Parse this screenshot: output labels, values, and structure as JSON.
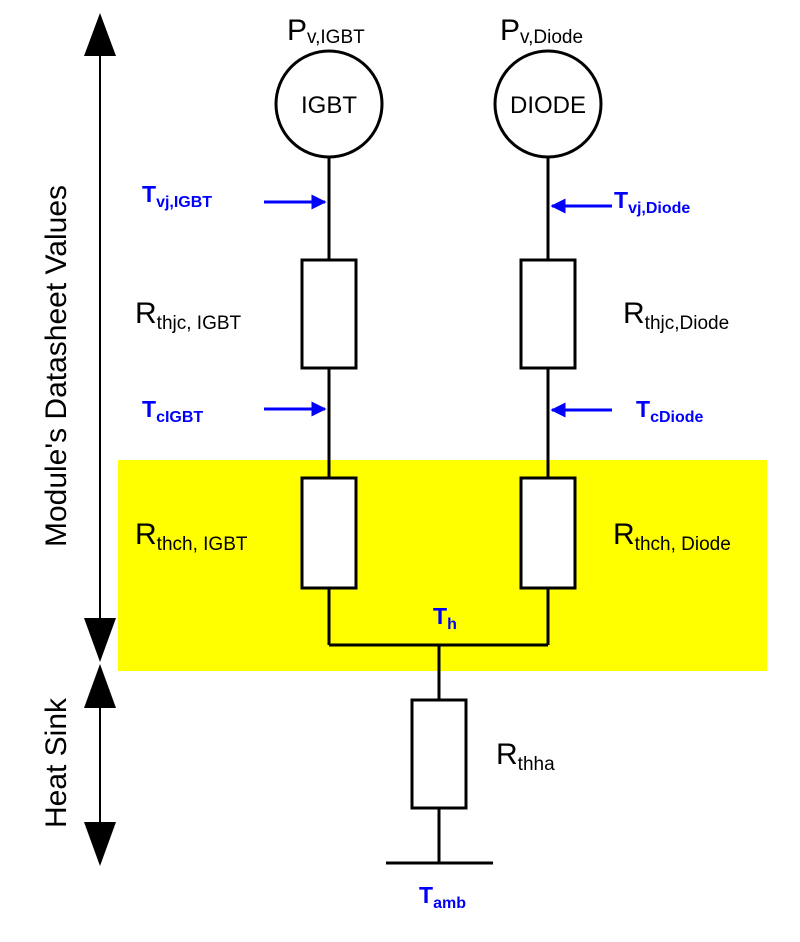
{
  "colors": {
    "highlight": "#ffff00",
    "node_label": "#0000ff",
    "line": "#000000",
    "background": "#ffffff"
  },
  "side_labels": {
    "datasheet": "Module's Datasheet Values",
    "heatsink": "Heat Sink"
  },
  "sources": {
    "igbt": {
      "power_main": "P",
      "power_sub": "v,IGBT",
      "name": "IGBT"
    },
    "diode": {
      "power_main": "P",
      "power_sub": "v,Diode",
      "name": "DIODE"
    }
  },
  "temperatures": {
    "vj_igbt": {
      "main": "T",
      "sub": "vj,IGBT"
    },
    "vj_diode": {
      "main": "T",
      "sub": "vj,Diode"
    },
    "c_igbt": {
      "main": "T",
      "sub": "cIGBT"
    },
    "c_diode": {
      "main": "T",
      "sub": "cDiode"
    },
    "h": {
      "main": "T",
      "sub": "h"
    },
    "amb": {
      "main": "T",
      "sub": "amb"
    }
  },
  "resistances": {
    "thjc_igbt": {
      "main": "R",
      "sub": "thjc, IGBT"
    },
    "thjc_diode": {
      "main": "R",
      "sub": "thjc,Diode"
    },
    "thch_igbt": {
      "main": "R",
      "sub": "thch, IGBT"
    },
    "thch_diode": {
      "main": "R",
      "sub": "thch, Diode"
    },
    "thha": {
      "main": "R",
      "sub": "thha"
    }
  }
}
